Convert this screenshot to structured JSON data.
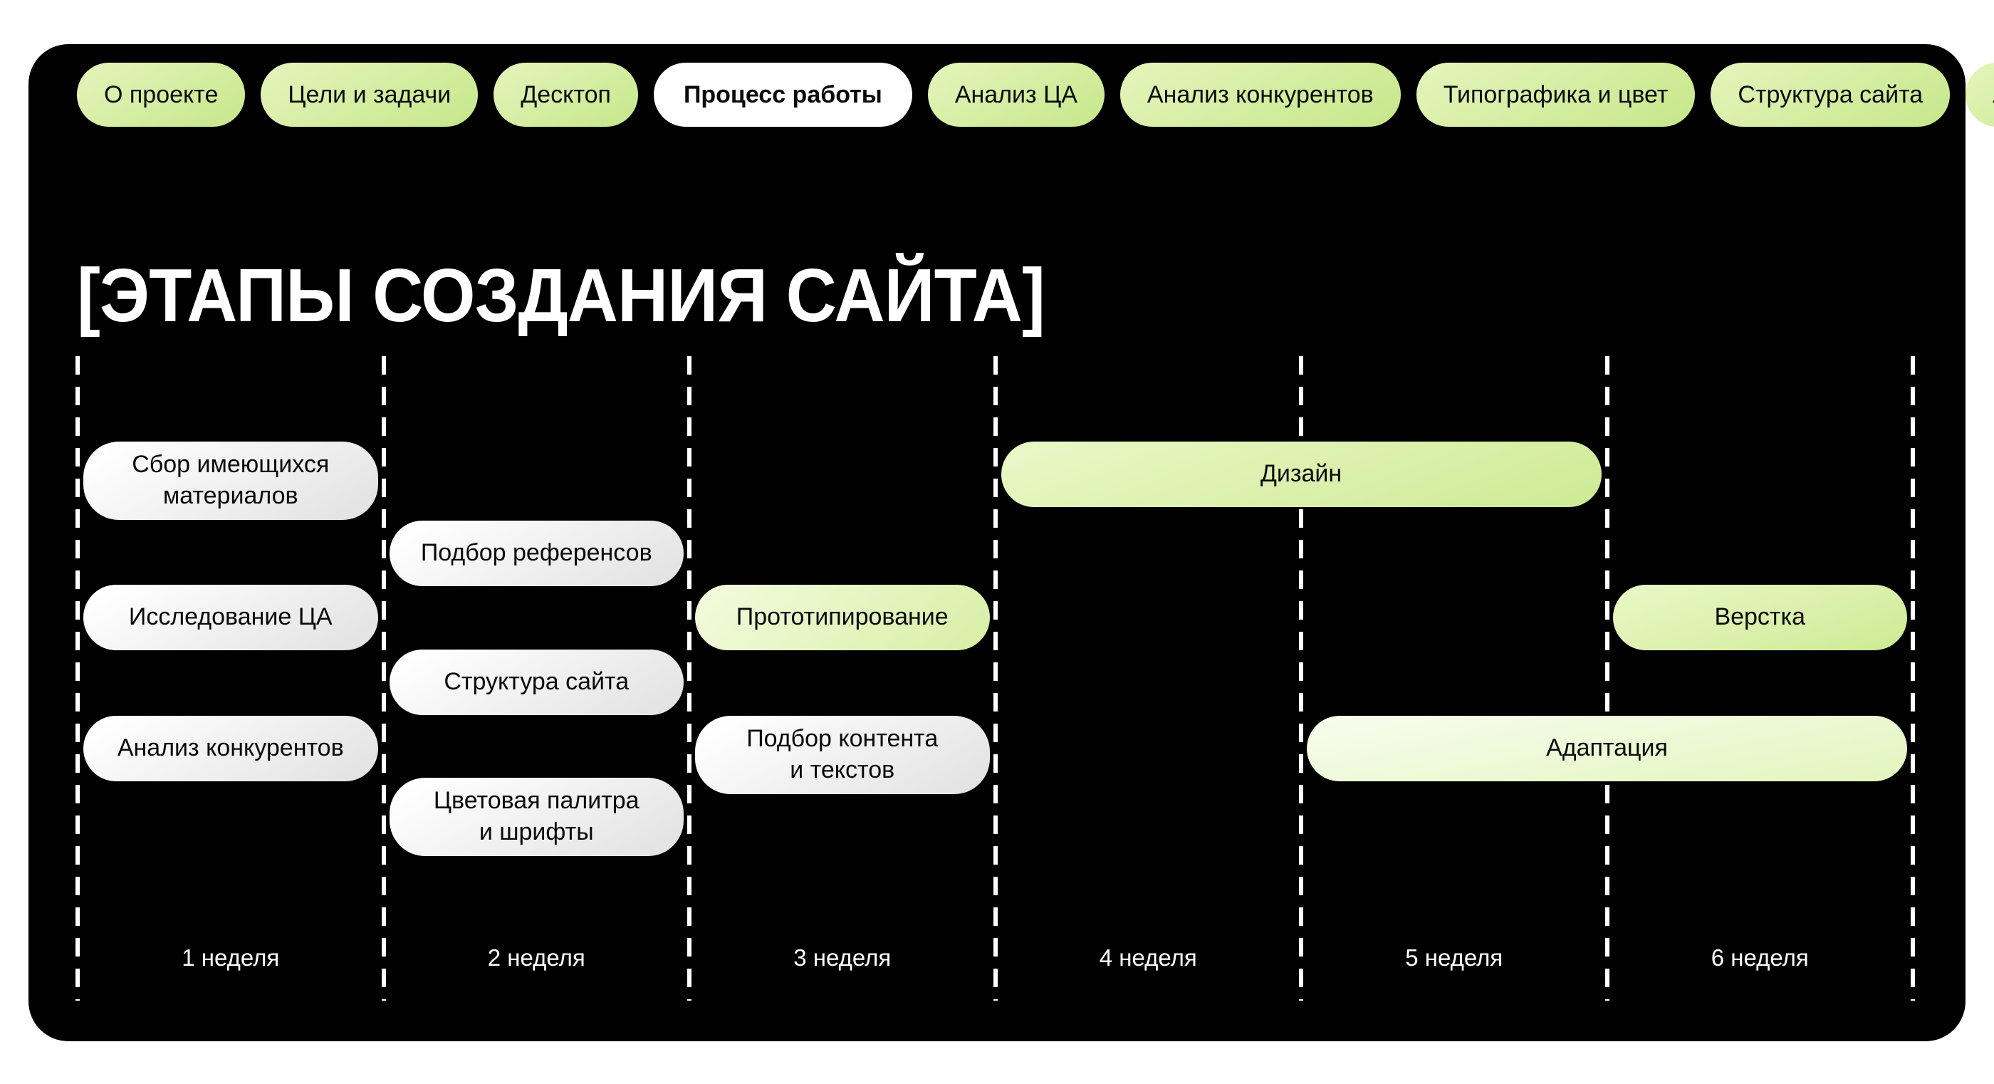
{
  "slide": {
    "title": "[ЭТАПЫ СОЗДАНИЯ САЙТА]"
  },
  "nav": {
    "tabs": [
      {
        "id": "o-proekte",
        "label": "О проекте",
        "active": false
      },
      {
        "id": "tseli-i-zadachi",
        "label": "Цели и задачи",
        "active": false
      },
      {
        "id": "desktop",
        "label": "Десктоп",
        "active": false
      },
      {
        "id": "protsess-raboty",
        "label": "Процесс работы",
        "active": true
      },
      {
        "id": "analiz-tsa",
        "label": "Анализ ЦА",
        "active": false
      },
      {
        "id": "analiz-konkurentov",
        "label": "Анализ конкурентов",
        "active": false
      },
      {
        "id": "tipografika-i-tsvet",
        "label": "Типографика и цвет",
        "active": false
      },
      {
        "id": "struktura-sajta",
        "label": "Структура сайта",
        "active": false
      },
      {
        "id": "adaptatsiya",
        "label": "Адаптация",
        "active": false
      }
    ]
  },
  "chart_data": {
    "type": "gantt-timeline",
    "title": "[ЭТАПЫ СОЗДАНИЯ САЙТА]",
    "time_unit": "неделя",
    "weeks": [
      "1 неделя",
      "2 неделя",
      "3 неделя",
      "4 неделя",
      "5 неделя",
      "6 неделя"
    ],
    "tasks": [
      {
        "id": "sbor-materialov",
        "label": "Сбор имеющихся\nматериалов",
        "week_start": 1,
        "week_end": 1,
        "slot": 0,
        "variant": "neutral"
      },
      {
        "id": "issledovanie-tsa",
        "label": "Исследование ЦА",
        "week_start": 1,
        "week_end": 1,
        "slot": 2,
        "variant": "neutral"
      },
      {
        "id": "analiz-konkurentov",
        "label": "Анализ конкурентов",
        "week_start": 1,
        "week_end": 1,
        "slot": 4,
        "variant": "neutral"
      },
      {
        "id": "podbor-referensov",
        "label": "Подбор референсов",
        "week_start": 2,
        "week_end": 2,
        "slot": 1,
        "variant": "neutral"
      },
      {
        "id": "struktura-sajta",
        "label": "Структура сайта",
        "week_start": 2,
        "week_end": 2,
        "slot": 3,
        "variant": "neutral"
      },
      {
        "id": "tsvetovaya-palitra",
        "label": "Цветовая палитра\nи шрифты",
        "week_start": 2,
        "week_end": 2,
        "slot": 5,
        "variant": "neutral"
      },
      {
        "id": "prototipirovanie",
        "label": "Прототипирование",
        "week_start": 3,
        "week_end": 3,
        "slot": 2,
        "variant": "green-soft"
      },
      {
        "id": "podbor-kontenta",
        "label": "Подбор контента\nи текстов",
        "week_start": 3,
        "week_end": 3,
        "slot": 4,
        "variant": "neutral"
      },
      {
        "id": "dizajn",
        "label": "Дизайн",
        "week_start": 4,
        "week_end": 5,
        "slot": 0,
        "variant": "green"
      },
      {
        "id": "verstka",
        "label": "Верстка",
        "week_start": 6,
        "week_end": 6,
        "slot": 2,
        "variant": "green"
      },
      {
        "id": "adaptatsiya",
        "label": "Адаптация",
        "week_start": 5,
        "week_end": 6,
        "slot": 4,
        "variant": "green-light"
      }
    ]
  },
  "colors": {
    "page_bg": "#ffffff",
    "panel_bg": "#000000",
    "accent_green": "#c6e78a",
    "accent_green_light": "#eaf8c8",
    "pill_neutral": "#e2e2e2",
    "text_dark": "#0a0a0a",
    "text_light": "#ffffff"
  }
}
